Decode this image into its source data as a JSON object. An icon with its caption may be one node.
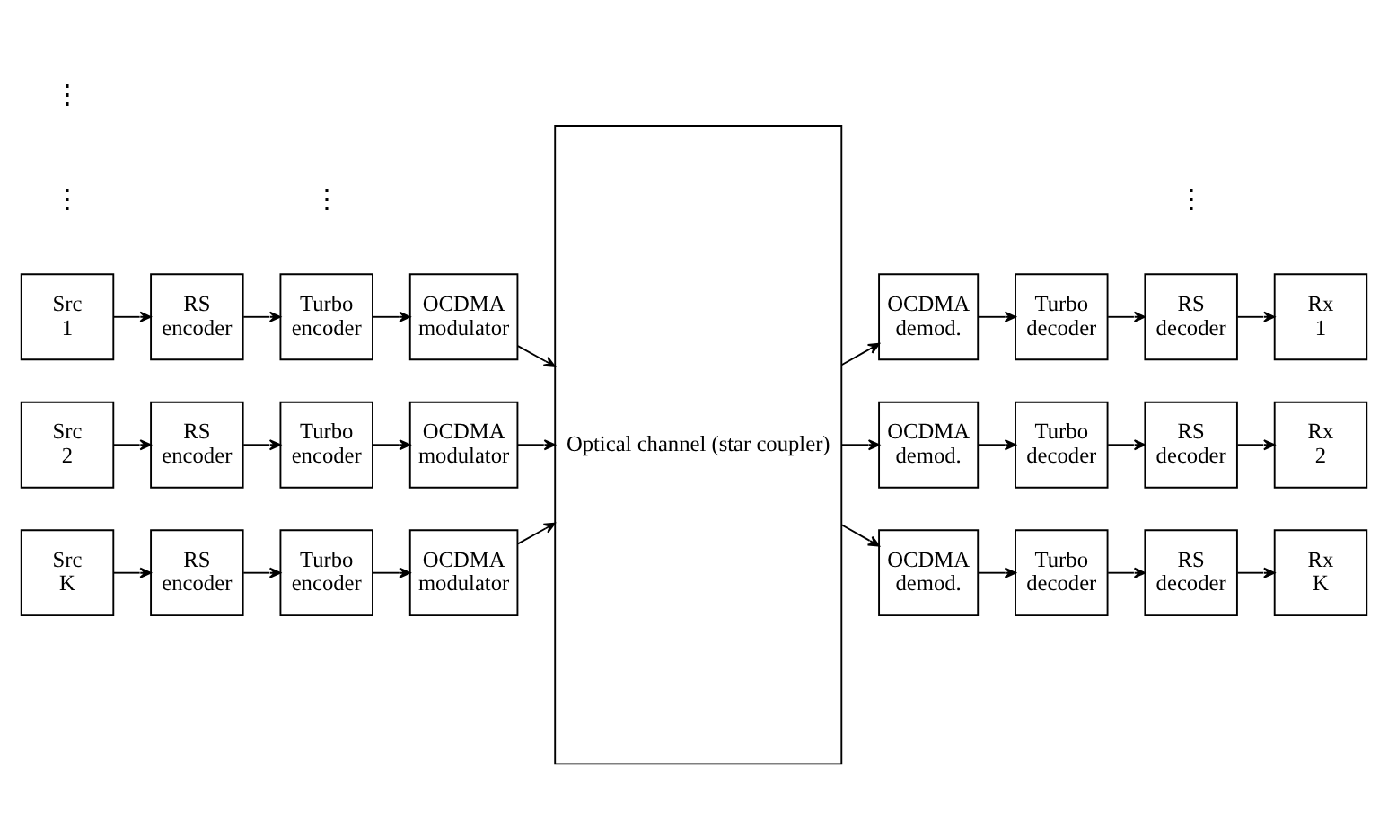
{
  "diagram": {
    "nodes": [
      {
        "text": [
          "Src 1"
        ]
      },
      {
        "text": [
          "RS encoder"
        ]
      },
      {
        "text": [
          "Turbo encoder"
        ]
      },
      {
        "text": [
          "OCDMA modulator"
        ]
      },
      {
        "text": [
          "Optical channel (star coupler)"
        ]
      },
      {
        "text": [
          "OCDMA demod."
        ]
      },
      {
        "text": [
          "Turbo decoder"
        ]
      },
      {
        "text": [
          "RS decoder"
        ]
      },
      {
        "text": [
          "Rx 1"
        ]
      },
      {
        "text": [
          "Src 2"
        ]
      },
      {
        "text": [
          "RS encoder"
        ]
      },
      {
        "text": [
          "Turbo encoder"
        ]
      },
      {
        "text": [
          "OCDMA modulator"
        ]
      },
      {
        "text": [
          "OCDMA demod."
        ]
      },
      {
        "text": [
          "Turbo decoder"
        ]
      },
      {
        "text": [
          "RS decoder"
        ]
      },
      {
        "text": [
          "Rx 2"
        ]
      },
      {
        "text": [
          "Src K"
        ]
      },
      {
        "text": [
          "RS encoder"
        ]
      },
      {
        "text": [
          "Turbo encoder"
        ]
      },
      {
        "text": [
          "OCDMA modulator"
        ]
      },
      {
        "text": [
          "OCDMA demod."
        ]
      },
      {
        "text": [
          "Turbo decoder"
        ]
      },
      {
        "text": [
          "RS decoder"
        ]
      },
      {
        "text": [
          "Rx K"
        ]
      }
    ],
    "edges": [
      {
        "from": 0,
        "to": 1,
        "arrow": "to"
      },
      {
        "from": 1,
        "to": 2,
        "arrow": "to"
      },
      {
        "from": 2,
        "to": 3,
        "arrow": "to"
      },
      {
        "from": 3,
        "to": 4,
        "arrow": "to"
      },
      {
        "from": 4,
        "to": 5,
        "arrow": "to"
      },
      {
        "from": 5,
        "to": 6,
        "arrow": "to"
      },
      {
        "from": 6,
        "to": 7,
        "arrow": "to"
      },
      {
        "from": 7,
        "to": 8,
        "arrow": "to"
      },
      {
        "from": 9,
        "to": 10,
        "arrow": "to"
      },
      {
        "from": 10,
        "to": 11,
        "arrow": "to"
      },
      {
        "from": 11,
        "to": 12,
        "arrow": "to"
      },
      {
        "from": 12,
        "to": 4,
        "arrow": "to"
      },
      {
        "from": 4,
        "to": 13,
        "arrow": "to"
      },
      {
        "from": 13,
        "to": 14,
        "arrow": "to"
      },
      {
        "from": 14,
        "to": 15,
        "arrow": "to"
      },
      {
        "from": 15,
        "to": 16,
        "arrow": "to"
      },
      {
        "from": 17,
        "to": 18,
        "arrow": "to"
      },
      {
        "from": 18,
        "to": 19,
        "arrow": "to"
      },
      {
        "from": 19,
        "to": 20,
        "arrow": "to"
      },
      {
        "from": 20,
        "to": 4,
        "arrow": "to"
      },
      {
        "from": 4,
        "to": 21,
        "arrow": "to"
      },
      {
        "from": 21,
        "to": 22,
        "arrow": "to"
      },
      {
        "from": 22,
        "to": 23,
        "arrow": "to"
      },
      {
        "from": 23,
        "to": 24,
        "arrow": "to"
      }
    ],
    "labels": [
      "⋮",
      "⋮",
      "⋮",
      "⋮"
    ]
  }
}
